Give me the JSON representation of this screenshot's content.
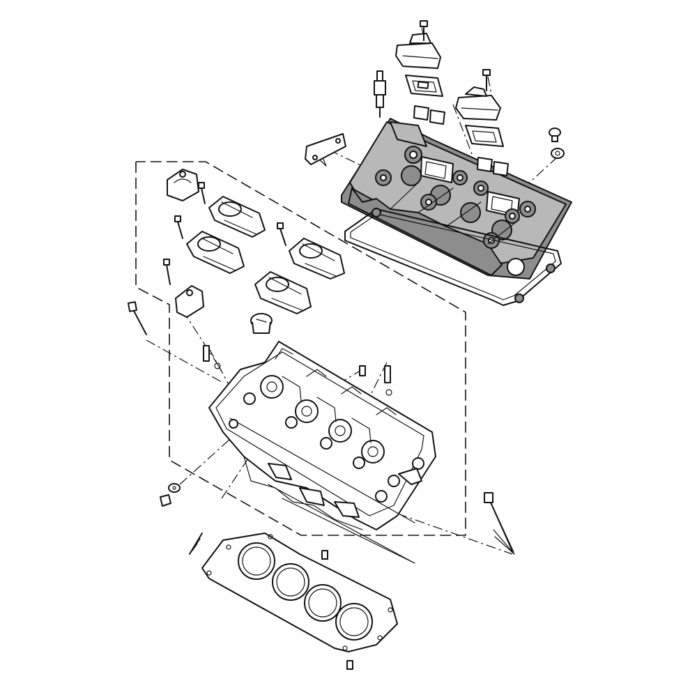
{
  "diagram": {
    "type": "exploded parts diagram",
    "colors": {
      "line": "#111111",
      "cover_fill": "#b8b8b8",
      "cover_shade": "#8d8d8d",
      "background": "#ffffff"
    },
    "parts": [
      "cylinder-head-cover",
      "cover-gasket",
      "breather-cap",
      "reed-plate",
      "reed-valve",
      "bracket",
      "spark-plug",
      "camshaft-caps",
      "cap-bolts",
      "oil-filler-plug",
      "cylinder-head",
      "head-gasket",
      "dowel-pins",
      "head-bolts",
      "stud-bolt",
      "plug-bolt-washer"
    ]
  }
}
